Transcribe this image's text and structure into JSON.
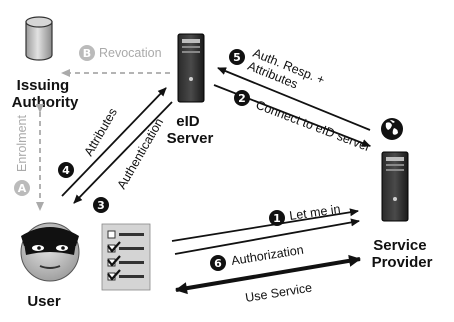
{
  "nodes": {
    "issuing_authority": "Issuing\nAuthority",
    "eid_server": "eID\nServer",
    "user": "User",
    "service_provider": "Service\nProvider"
  },
  "edges": {
    "revocation": {
      "badge": "B",
      "label": "Revocation"
    },
    "enrolment": {
      "badge": "A",
      "label": "Enrolment"
    },
    "attributes": {
      "badge": "4",
      "label": "Attributes"
    },
    "authentication": {
      "badge": "3",
      "label": "Authentication"
    },
    "auth_resp": {
      "badge": "5",
      "label": "Auth. Resp. +\nAttributes"
    },
    "connect": {
      "badge": "2",
      "label": "Connect to eID server"
    },
    "let_me_in": {
      "badge": "1",
      "label": "Let me in"
    },
    "authorization": {
      "badge": "6",
      "label": "Authorization"
    },
    "use_service": {
      "label": "Use Service"
    }
  },
  "colors": {
    "arrow": "#111111",
    "grey": "#aaaaaa",
    "badge_dark": "#111111",
    "badge_grey": "#bbbbbb"
  },
  "icons": {
    "issuing_authority": "database-cylinder-icon",
    "eid_server": "server-tower-icon",
    "service_provider": "server-tower-icon",
    "globe": "globe-icon",
    "user": "masked-user-icon",
    "checklist": "checklist-icon"
  }
}
